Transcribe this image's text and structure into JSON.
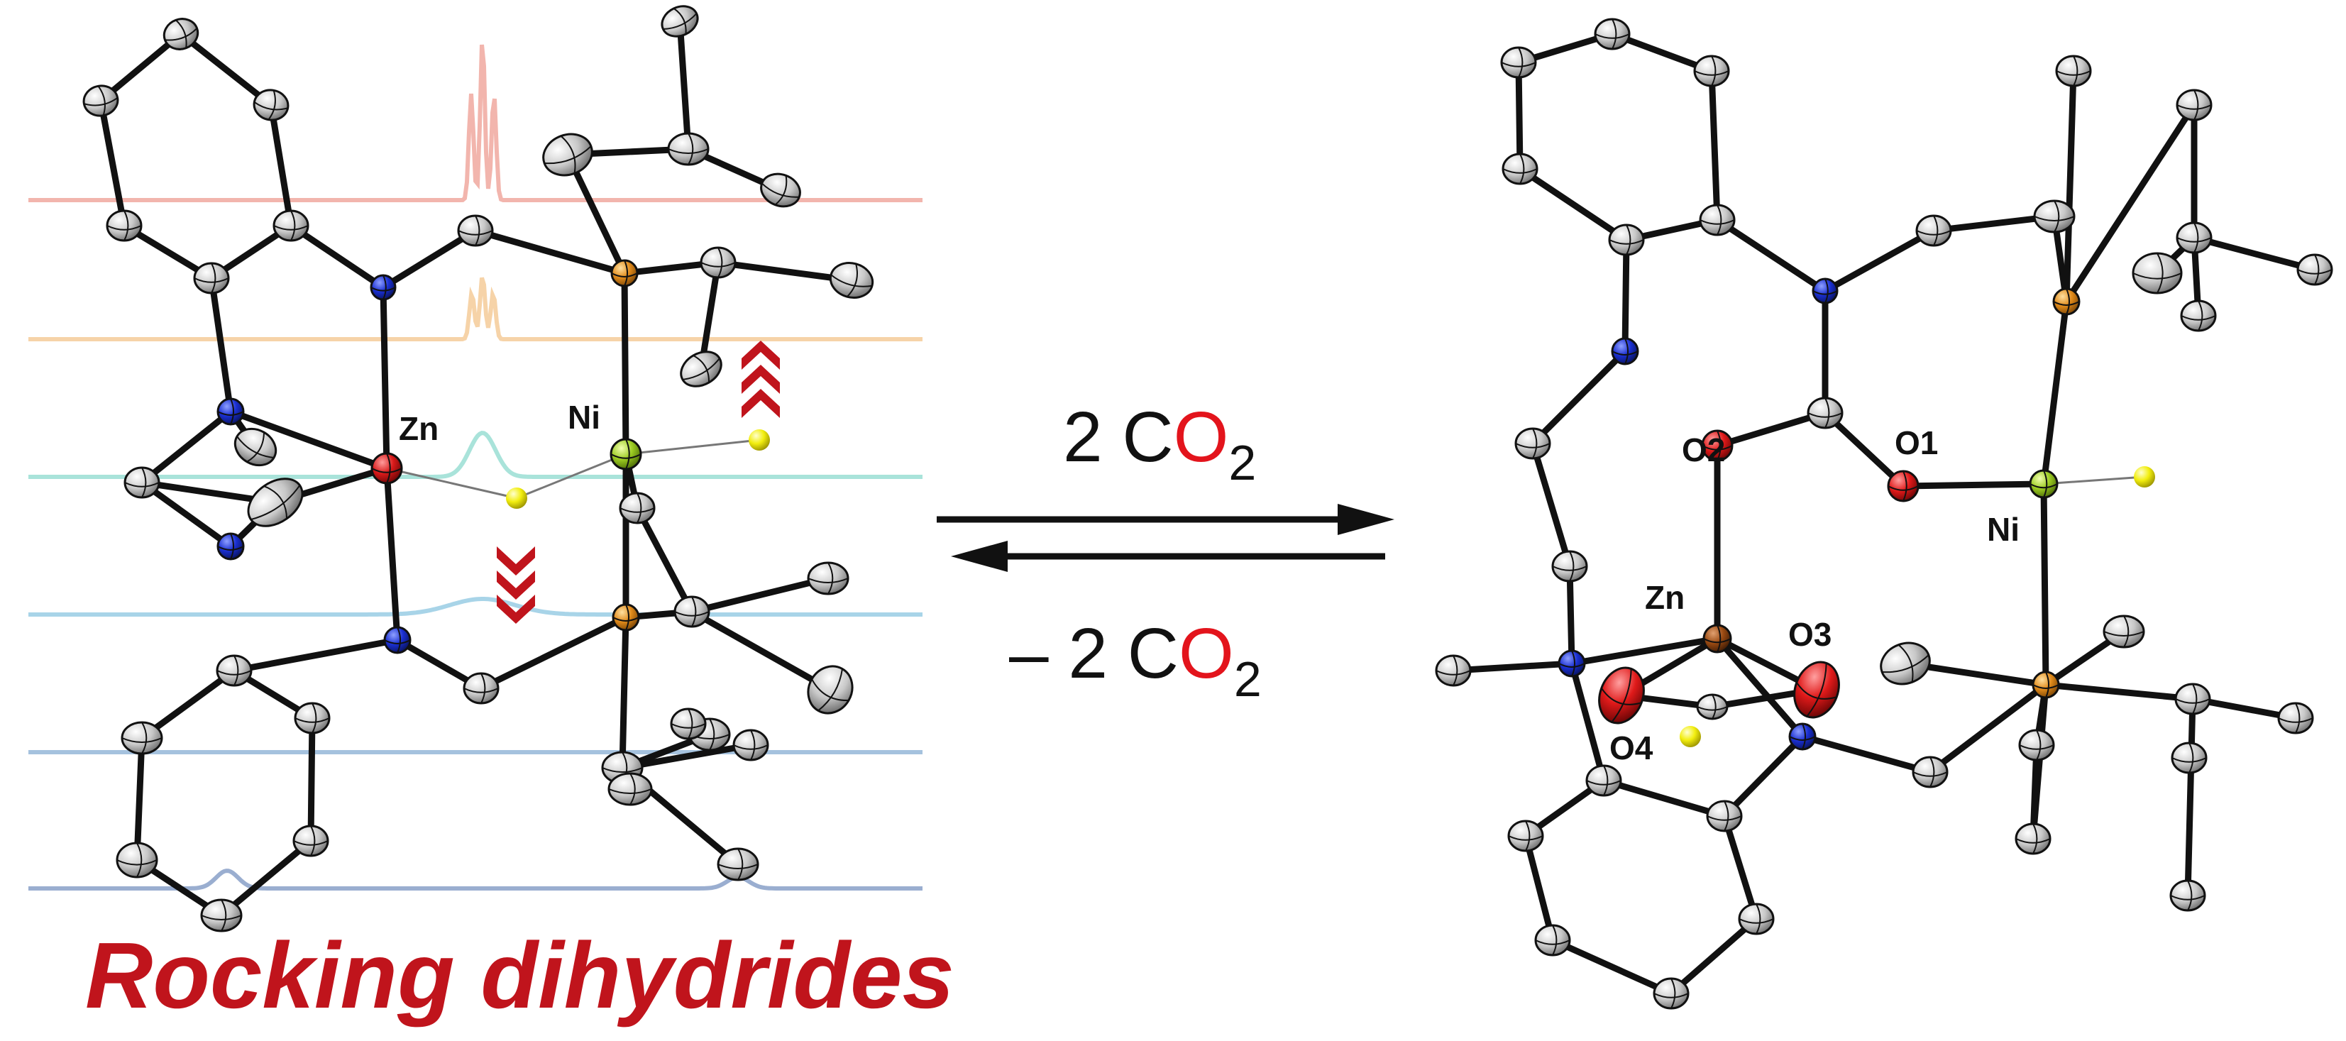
{
  "colors": {
    "carbon": "#c8c8c8",
    "nitrogen": "#1a2fd1",
    "phosphorus": "#e08a1a",
    "zinc_left": "#d91a1a",
    "zinc_right": "#9a4a12",
    "nickel": "#9ccc22",
    "hydride": "#f2ee0f",
    "oxygen": "#e01a1a",
    "caption": "#c0141c",
    "co2_oxygen": "#e3141c",
    "chevrons": "#c0141c"
  },
  "left_structure": {
    "labels": {
      "zn": "Zn",
      "ni": "Ni"
    }
  },
  "right_structure": {
    "labels": {
      "o1": "O1",
      "o2": "O2",
      "o3": "O3",
      "o4": "O4",
      "zn": "Zn",
      "ni": "Ni"
    }
  },
  "nmr_traces": [
    {
      "color": "#f2b5ad",
      "shape": "triplet-large"
    },
    {
      "color": "#f6d3a8",
      "shape": "triplet-small"
    },
    {
      "color": "#a9e3da",
      "shape": "broad-bump"
    },
    {
      "color": "#a8d4e8",
      "shape": "very-broad"
    },
    {
      "color": "#a5c2de",
      "shape": "flat"
    },
    {
      "color": "#9aaed0",
      "shape": "flat-small-bumps"
    }
  ],
  "equilibrium": {
    "forward": {
      "prefix": "2 C",
      "o": "O",
      "sub": "2"
    },
    "reverse": {
      "prefix": "– 2 C",
      "o": "O",
      "sub": "2"
    }
  },
  "caption": "Rocking dihydrides"
}
